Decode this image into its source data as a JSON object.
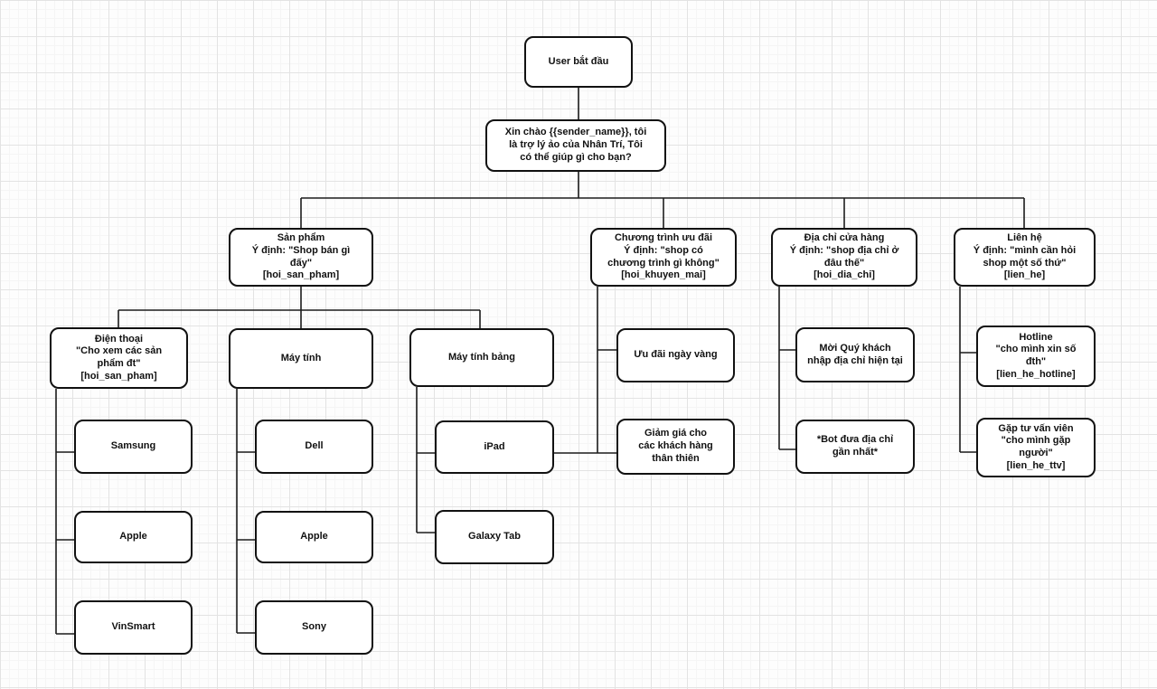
{
  "nodes": {
    "start": {
      "label": "User bắt đầu"
    },
    "greeting": {
      "label": "Xin chào {{sender_name}}, tôi\nlà trợ lý ảo của Nhân Trí, Tôi\ncó thể giúp gì cho bạn?"
    },
    "san_pham": {
      "label": "Sản phẩm\nÝ định: \"Shop bán gì\nđấy\"\n[hoi_san_pham]"
    },
    "khuyen_mai": {
      "label": "Chương trình ưu đãi\nÝ định: \"shop có\nchương trình gì không\"\n[hoi_khuyen_mai]"
    },
    "dia_chi": {
      "label": "Địa chỉ cửa hàng\nÝ định: \"shop địa chỉ ở\nđâu thế\"\n[hoi_dia_chi]"
    },
    "lien_he": {
      "label": "Liên hệ\nÝ định: \"mình cần hỏi\nshop một số thứ\"\n[lien_he]"
    },
    "dien_thoai": {
      "label": "Điện thoại\n\"Cho xem các sản\nphẩm đt\"\n[hoi_san_pham]"
    },
    "may_tinh": {
      "label": "Máy tính"
    },
    "may_tinh_bang": {
      "label": "Máy tính bảng"
    },
    "samsung": {
      "label": "Samsung"
    },
    "apple_phone": {
      "label": "Apple"
    },
    "vinsmart": {
      "label": "VinSmart"
    },
    "dell": {
      "label": "Dell"
    },
    "apple_pc": {
      "label": "Apple"
    },
    "sony": {
      "label": "Sony"
    },
    "ipad": {
      "label": "iPad"
    },
    "galaxy_tab": {
      "label": "Galaxy Tab"
    },
    "uu_dai": {
      "label": "Ưu đãi ngày vàng"
    },
    "giam_gia": {
      "label": "Giảm giá cho\ncác khách hàng\nthân thiên"
    },
    "moi_nhap": {
      "label": "Mời Quý khách\nnhập địa chỉ hiện tại"
    },
    "bot_dua": {
      "label": "*Bot đưa địa chỉ\ngần nhất*"
    },
    "hotline": {
      "label": "Hotline\n\"cho mình xin số\nđth\"\n[lien_he_hotline]"
    },
    "gap_ttv": {
      "label": "Gặp tư vấn viên\n\"cho mình gặp\nngười\"\n[lien_he_ttv]"
    }
  }
}
